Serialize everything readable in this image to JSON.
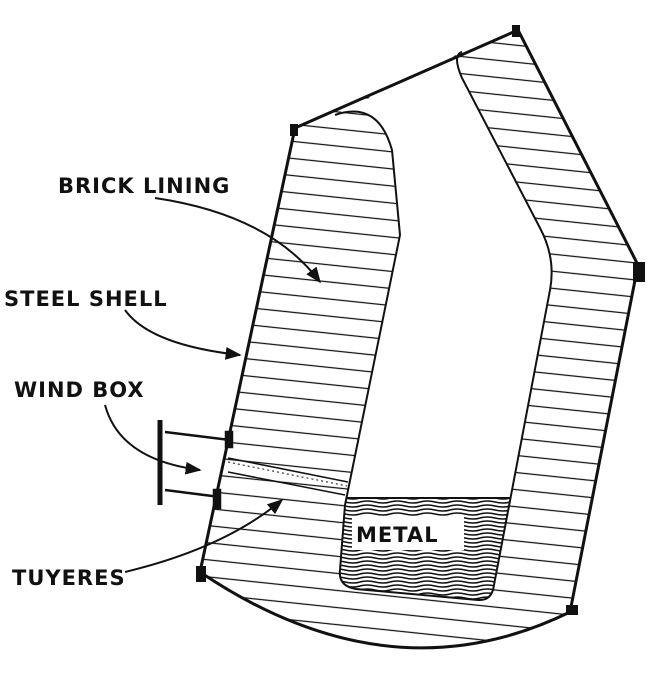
{
  "labels": {
    "brick_lining": "BRICK LINING",
    "steel_shell": "STEEL SHELL",
    "wind_box": "WIND BOX",
    "tuyeres": "TUYERES",
    "metal": "METAL"
  },
  "colors": {
    "ink": "#111111",
    "paper": "#ffffff"
  }
}
